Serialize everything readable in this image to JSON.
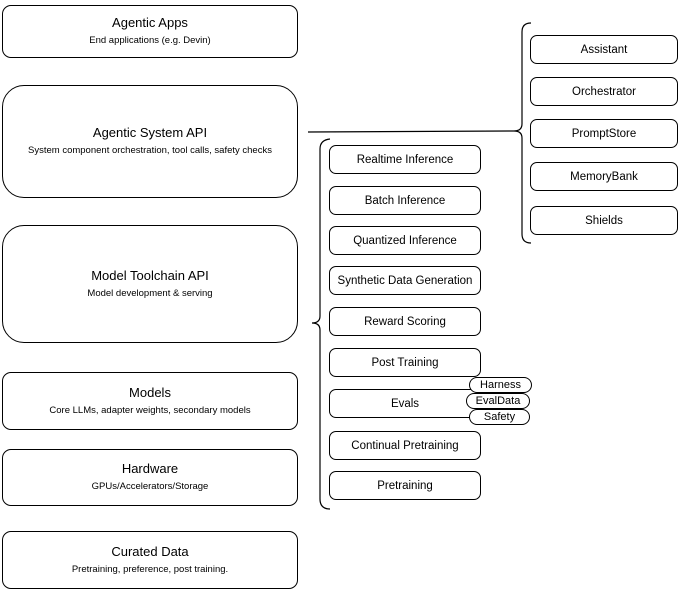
{
  "diagram_title": "Agentic system architecture diagram",
  "left_column": {
    "items": [
      {
        "title": "Agentic Apps",
        "subtitle": "End applications (e.g. Devin)"
      },
      {
        "title": "Agentic System API",
        "subtitle": "System component orchestration, tool calls, safety checks"
      },
      {
        "title": "Model Toolchain API",
        "subtitle": "Model development & serving"
      },
      {
        "title": "Models",
        "subtitle": "Core LLMs, adapter weights, secondary models"
      },
      {
        "title": "Hardware",
        "subtitle": "GPUs/Accelerators/Storage"
      },
      {
        "title": "Curated Data",
        "subtitle": "Pretraining, preference, post training."
      }
    ]
  },
  "middle_column": {
    "items": [
      {
        "label": "Realtime Inference"
      },
      {
        "label": "Batch Inference"
      },
      {
        "label": "Quantized Inference"
      },
      {
        "label": "Synthetic Data Generation"
      },
      {
        "label": "Reward Scoring"
      },
      {
        "label": "Post Training"
      },
      {
        "label": "Evals"
      },
      {
        "label": "Continual Pretraining"
      },
      {
        "label": "Pretraining"
      }
    ]
  },
  "evals_tags": {
    "items": [
      {
        "label": "Harness"
      },
      {
        "label": "EvalData"
      },
      {
        "label": "Safety"
      }
    ]
  },
  "right_column": {
    "items": [
      {
        "label": "Assistant"
      },
      {
        "label": "Orchestrator"
      },
      {
        "label": "PromptStore"
      },
      {
        "label": "MemoryBank"
      },
      {
        "label": "Shields"
      }
    ]
  },
  "colors": {
    "stroke": "#000000",
    "background": "#ffffff"
  }
}
